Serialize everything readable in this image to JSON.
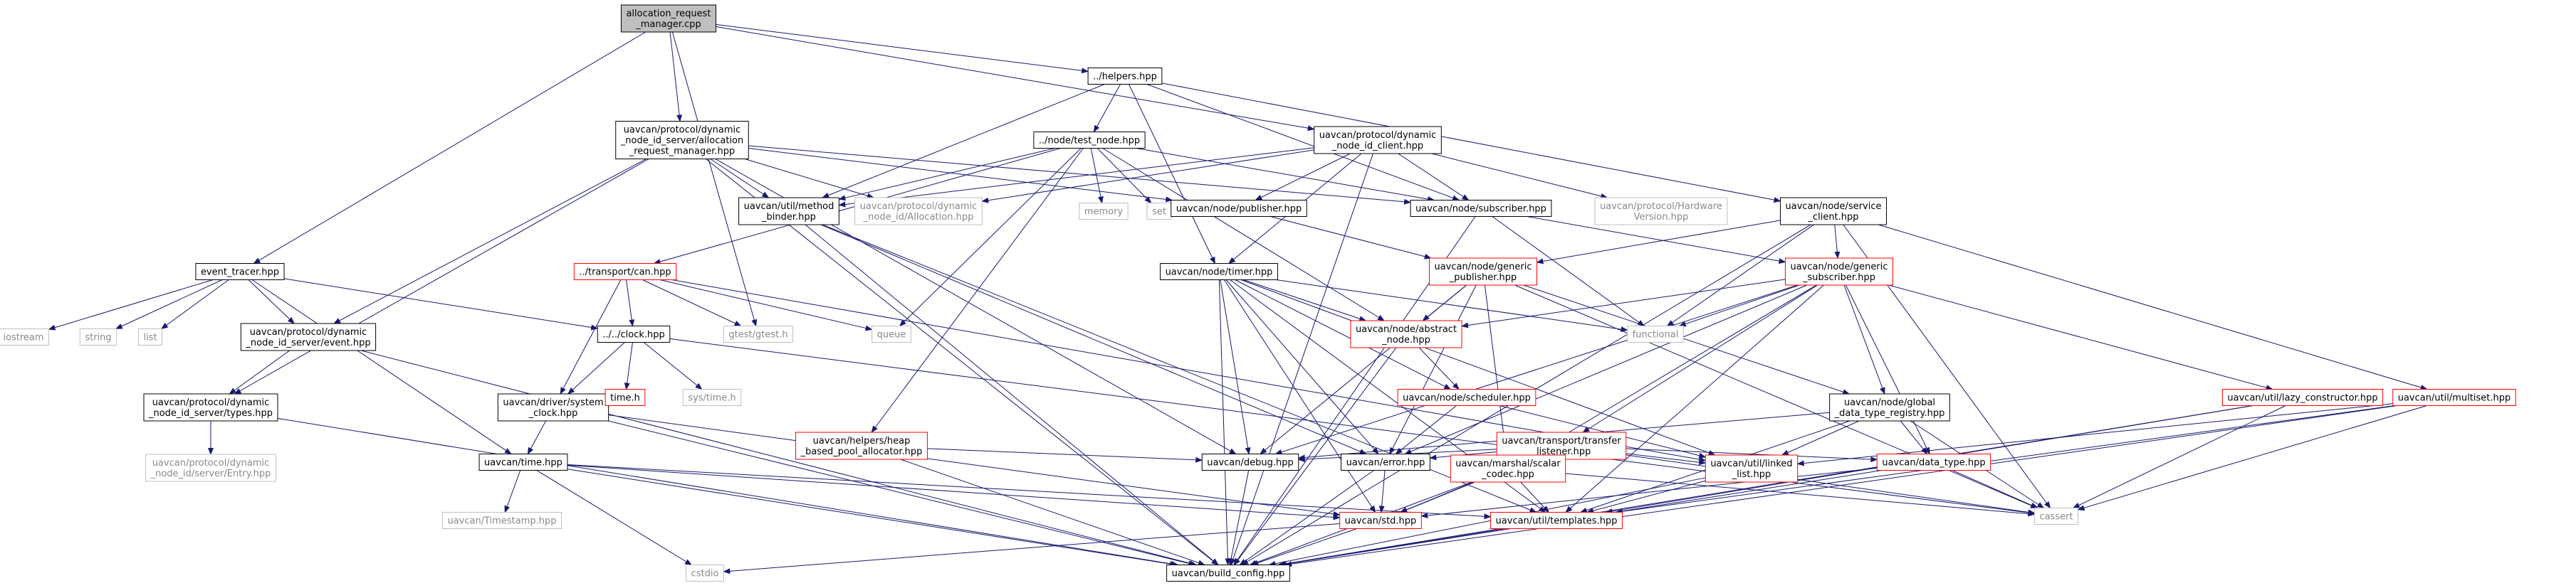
{
  "colors": {
    "root_fill": "#bfbfbf",
    "edge": "#191970",
    "border_normal": "#000000",
    "border_truncated": "#ff0000",
    "border_system": "#bfbfbf",
    "text_system": "#8a8a8a",
    "background": "#ffffff"
  },
  "nodes": [
    {
      "id": "root",
      "lines": [
        "allocation_request",
        "_manager.cpp"
      ],
      "kind": "root"
    },
    {
      "id": "helpers",
      "lines": [
        "../helpers.hpp"
      ],
      "kind": "normal"
    },
    {
      "id": "allocmgr",
      "lines": [
        "uavcan/protocol/dynamic",
        "_node_id_server/allocation",
        "_request_manager.hpp"
      ],
      "kind": "normal"
    },
    {
      "id": "testnode",
      "lines": [
        "../node/test_node.hpp"
      ],
      "kind": "normal"
    },
    {
      "id": "dynclient",
      "lines": [
        "uavcan/protocol/dynamic",
        "_node_id_client.hpp"
      ],
      "kind": "normal"
    },
    {
      "id": "methodbinder",
      "lines": [
        "uavcan/util/method",
        "_binder.hpp"
      ],
      "kind": "normal"
    },
    {
      "id": "allocation",
      "lines": [
        "uavcan/protocol/dynamic",
        "_node_id/Allocation.hpp"
      ],
      "kind": "system"
    },
    {
      "id": "memory",
      "lines": [
        "memory"
      ],
      "kind": "system"
    },
    {
      "id": "set",
      "lines": [
        "set"
      ],
      "kind": "system"
    },
    {
      "id": "publisher",
      "lines": [
        "uavcan/node/publisher.hpp"
      ],
      "kind": "normal"
    },
    {
      "id": "subscriber",
      "lines": [
        "uavcan/node/subscriber.hpp"
      ],
      "kind": "normal"
    },
    {
      "id": "hwversion",
      "lines": [
        "uavcan/protocol/Hardware",
        "Version.hpp"
      ],
      "kind": "system"
    },
    {
      "id": "svcclient",
      "lines": [
        "uavcan/node/service",
        "_client.hpp"
      ],
      "kind": "normal"
    },
    {
      "id": "eventtracer",
      "lines": [
        "event_tracer.hpp"
      ],
      "kind": "normal"
    },
    {
      "id": "transportcan",
      "lines": [
        "../transport/can.hpp"
      ],
      "kind": "truncated"
    },
    {
      "id": "timerhpp",
      "lines": [
        "uavcan/node/timer.hpp"
      ],
      "kind": "normal"
    },
    {
      "id": "genpub",
      "lines": [
        "uavcan/node/generic",
        "_publisher.hpp"
      ],
      "kind": "truncated"
    },
    {
      "id": "gensub",
      "lines": [
        "uavcan/node/generic",
        "_subscriber.hpp"
      ],
      "kind": "truncated"
    },
    {
      "id": "iostream",
      "lines": [
        "iostream"
      ],
      "kind": "system"
    },
    {
      "id": "string",
      "lines": [
        "string"
      ],
      "kind": "system"
    },
    {
      "id": "list",
      "lines": [
        "list"
      ],
      "kind": "system"
    },
    {
      "id": "eventhpp",
      "lines": [
        "uavcan/protocol/dynamic",
        "_node_id_server/event.hpp"
      ],
      "kind": "normal"
    },
    {
      "id": "clockhpp",
      "lines": [
        "../../clock.hpp"
      ],
      "kind": "normal"
    },
    {
      "id": "gtest",
      "lines": [
        "gtest/gtest.h"
      ],
      "kind": "system"
    },
    {
      "id": "queue",
      "lines": [
        "queue"
      ],
      "kind": "system"
    },
    {
      "id": "abstractnode",
      "lines": [
        "uavcan/node/abstract",
        "_node.hpp"
      ],
      "kind": "truncated"
    },
    {
      "id": "functional",
      "lines": [
        "functional"
      ],
      "kind": "system"
    },
    {
      "id": "typeshpp",
      "lines": [
        "uavcan/protocol/dynamic",
        "_node_id_server/types.hpp"
      ],
      "kind": "normal"
    },
    {
      "id": "sysclock",
      "lines": [
        "uavcan/driver/system",
        "_clock.hpp"
      ],
      "kind": "normal"
    },
    {
      "id": "timeh",
      "lines": [
        "time.h"
      ],
      "kind": "truncated"
    },
    {
      "id": "systimeh",
      "lines": [
        "sys/time.h"
      ],
      "kind": "system"
    },
    {
      "id": "heapalloc",
      "lines": [
        "uavcan/helpers/heap",
        "_based_pool_allocator.hpp"
      ],
      "kind": "truncated"
    },
    {
      "id": "scheduler",
      "lines": [
        "uavcan/node/scheduler.hpp"
      ],
      "kind": "truncated"
    },
    {
      "id": "translistener",
      "lines": [
        "uavcan/transport/transfer",
        "_listener.hpp"
      ],
      "kind": "truncated"
    },
    {
      "id": "globaldtr",
      "lines": [
        "uavcan/node/global",
        "_data_type_registry.hpp"
      ],
      "kind": "normal"
    },
    {
      "id": "lazyctor",
      "lines": [
        "uavcan/util/lazy_constructor.hpp"
      ],
      "kind": "truncated"
    },
    {
      "id": "multiset",
      "lines": [
        "uavcan/util/multiset.hpp"
      ],
      "kind": "truncated"
    },
    {
      "id": "entryhpp",
      "lines": [
        "uavcan/protocol/dynamic",
        "_node_id/server/Entry.hpp"
      ],
      "kind": "system"
    },
    {
      "id": "timehpp",
      "lines": [
        "uavcan/time.hpp"
      ],
      "kind": "normal"
    },
    {
      "id": "debughpp",
      "lines": [
        "uavcan/debug.hpp"
      ],
      "kind": "normal"
    },
    {
      "id": "errorhpp",
      "lines": [
        "uavcan/error.hpp"
      ],
      "kind": "normal"
    },
    {
      "id": "scalarcodec",
      "lines": [
        "uavcan/marshal/scalar",
        "_codec.hpp"
      ],
      "kind": "truncated"
    },
    {
      "id": "linkedlist",
      "lines": [
        "uavcan/util/linked",
        "_list.hpp"
      ],
      "kind": "truncated"
    },
    {
      "id": "datatype",
      "lines": [
        "uavcan/data_type.hpp"
      ],
      "kind": "truncated"
    },
    {
      "id": "timestamp",
      "lines": [
        "uavcan/Timestamp.hpp"
      ],
      "kind": "system"
    },
    {
      "id": "stdhpp",
      "lines": [
        "uavcan/std.hpp"
      ],
      "kind": "truncated"
    },
    {
      "id": "templates",
      "lines": [
        "uavcan/util/templates.hpp"
      ],
      "kind": "truncated"
    },
    {
      "id": "cassert",
      "lines": [
        "cassert"
      ],
      "kind": "system"
    },
    {
      "id": "cstdio",
      "lines": [
        "cstdio"
      ],
      "kind": "system"
    },
    {
      "id": "buildcfg",
      "lines": [
        "uavcan/build_config.hpp"
      ],
      "kind": "normal"
    }
  ],
  "edges": [
    [
      "root",
      "helpers"
    ],
    [
      "root",
      "allocmgr"
    ],
    [
      "root",
      "dynclient"
    ],
    [
      "root",
      "eventtracer"
    ],
    [
      "root",
      "gtest"
    ],
    [
      "helpers",
      "testnode"
    ],
    [
      "helpers",
      "methodbinder"
    ],
    [
      "helpers",
      "subscriber"
    ],
    [
      "helpers",
      "svcclient"
    ],
    [
      "helpers",
      "timerhpp"
    ],
    [
      "allocmgr",
      "methodbinder"
    ],
    [
      "allocmgr",
      "allocation"
    ],
    [
      "allocmgr",
      "publisher"
    ],
    [
      "allocmgr",
      "subscriber"
    ],
    [
      "allocmgr",
      "eventhpp"
    ],
    [
      "allocmgr",
      "typeshpp"
    ],
    [
      "allocmgr",
      "buildcfg"
    ],
    [
      "allocmgr",
      "debughpp"
    ],
    [
      "testnode",
      "methodbinder"
    ],
    [
      "testnode",
      "memory"
    ],
    [
      "testnode",
      "set"
    ],
    [
      "testnode",
      "queue"
    ],
    [
      "testnode",
      "transportcan"
    ],
    [
      "testnode",
      "heapalloc"
    ],
    [
      "testnode",
      "abstractnode"
    ],
    [
      "testnode",
      "subscriber"
    ],
    [
      "dynclient",
      "methodbinder"
    ],
    [
      "dynclient",
      "allocation"
    ],
    [
      "dynclient",
      "publisher"
    ],
    [
      "dynclient",
      "subscriber"
    ],
    [
      "dynclient",
      "hwversion"
    ],
    [
      "dynclient",
      "timerhpp"
    ],
    [
      "dynclient",
      "buildcfg"
    ],
    [
      "methodbinder",
      "buildcfg"
    ],
    [
      "methodbinder",
      "errorhpp"
    ],
    [
      "methodbinder",
      "templates"
    ],
    [
      "publisher",
      "genpub"
    ],
    [
      "subscriber",
      "gensub"
    ],
    [
      "subscriber",
      "functional"
    ],
    [
      "subscriber",
      "buildcfg"
    ],
    [
      "svcclient",
      "gensub"
    ],
    [
      "svcclient",
      "genpub"
    ],
    [
      "svcclient",
      "functional"
    ],
    [
      "svcclient",
      "multiset"
    ],
    [
      "svcclient",
      "cassert"
    ],
    [
      "svcclient",
      "buildcfg"
    ],
    [
      "eventtracer",
      "iostream"
    ],
    [
      "eventtracer",
      "string"
    ],
    [
      "eventtracer",
      "list"
    ],
    [
      "eventtracer",
      "eventhpp"
    ],
    [
      "eventtracer",
      "clockhpp"
    ],
    [
      "eventtracer",
      "timehpp"
    ],
    [
      "transportcan",
      "clockhpp"
    ],
    [
      "transportcan",
      "gtest"
    ],
    [
      "transportcan",
      "queue"
    ],
    [
      "transportcan",
      "sysclock"
    ],
    [
      "transportcan",
      "linkedlist"
    ],
    [
      "timerhpp",
      "functional"
    ],
    [
      "timerhpp",
      "abstractnode"
    ],
    [
      "timerhpp",
      "scheduler"
    ],
    [
      "timerhpp",
      "debughpp"
    ],
    [
      "timerhpp",
      "errorhpp"
    ],
    [
      "timerhpp",
      "stdhpp"
    ],
    [
      "timerhpp",
      "templates"
    ],
    [
      "timerhpp",
      "buildcfg"
    ],
    [
      "timerhpp",
      "linkedlist"
    ],
    [
      "genpub",
      "abstractnode"
    ],
    [
      "genpub",
      "debughpp"
    ],
    [
      "genpub",
      "errorhpp"
    ],
    [
      "genpub",
      "scalarcodec"
    ],
    [
      "genpub",
      "globaldtr"
    ],
    [
      "genpub",
      "cassert"
    ],
    [
      "gensub",
      "abstractnode"
    ],
    [
      "gensub",
      "functional"
    ],
    [
      "gensub",
      "translistener"
    ],
    [
      "gensub",
      "globaldtr"
    ],
    [
      "gensub",
      "lazyctor"
    ],
    [
      "gensub",
      "datatype"
    ],
    [
      "gensub",
      "debughpp"
    ],
    [
      "gensub",
      "errorhpp"
    ],
    [
      "gensub",
      "scalarcodec"
    ],
    [
      "gensub",
      "templates"
    ],
    [
      "eventhpp",
      "typeshpp"
    ],
    [
      "eventhpp",
      "buildcfg"
    ],
    [
      "clockhpp",
      "sysclock"
    ],
    [
      "clockhpp",
      "timeh"
    ],
    [
      "clockhpp",
      "systimeh"
    ],
    [
      "clockhpp",
      "cassert"
    ],
    [
      "abstractnode",
      "scheduler"
    ],
    [
      "abstractnode",
      "buildcfg"
    ],
    [
      "typeshpp",
      "entryhpp"
    ],
    [
      "typeshpp",
      "buildcfg"
    ],
    [
      "sysclock",
      "timehpp"
    ],
    [
      "sysclock",
      "stdhpp"
    ],
    [
      "sysclock",
      "buildcfg"
    ],
    [
      "heapalloc",
      "debughpp"
    ],
    [
      "heapalloc",
      "buildcfg"
    ],
    [
      "scheduler",
      "errorhpp"
    ],
    [
      "scheduler",
      "linkedlist"
    ],
    [
      "translistener",
      "linkedlist"
    ],
    [
      "translistener",
      "datatype"
    ],
    [
      "translistener",
      "errorhpp"
    ],
    [
      "translistener",
      "debughpp"
    ],
    [
      "translistener",
      "stdhpp"
    ],
    [
      "translistener",
      "cassert"
    ],
    [
      "globaldtr",
      "linkedlist"
    ],
    [
      "globaldtr",
      "datatype"
    ],
    [
      "globaldtr",
      "cassert"
    ],
    [
      "globaldtr",
      "debughpp"
    ],
    [
      "globaldtr",
      "templates"
    ],
    [
      "lazyctor",
      "templates"
    ],
    [
      "lazyctor",
      "buildcfg"
    ],
    [
      "lazyctor",
      "cassert"
    ],
    [
      "multiset",
      "linkedlist"
    ],
    [
      "multiset",
      "templates"
    ],
    [
      "multiset",
      "cassert"
    ],
    [
      "multiset",
      "buildcfg"
    ],
    [
      "timehpp",
      "timestamp"
    ],
    [
      "timehpp",
      "stdhpp"
    ],
    [
      "timehpp",
      "templates"
    ],
    [
      "timehpp",
      "buildcfg"
    ],
    [
      "timehpp",
      "cstdio"
    ],
    [
      "debughpp",
      "buildcfg"
    ],
    [
      "errorhpp",
      "stdhpp"
    ],
    [
      "errorhpp",
      "buildcfg"
    ],
    [
      "scalarcodec",
      "stdhpp"
    ],
    [
      "scalarcodec",
      "templates"
    ],
    [
      "scalarcodec",
      "buildcfg"
    ],
    [
      "scalarcodec",
      "cassert"
    ],
    [
      "linkedlist",
      "templates"
    ],
    [
      "linkedlist",
      "buildcfg"
    ],
    [
      "datatype",
      "stdhpp"
    ],
    [
      "datatype",
      "buildcfg"
    ],
    [
      "datatype",
      "cassert"
    ],
    [
      "stdhpp",
      "buildcfg"
    ],
    [
      "stdhpp",
      "cstdio"
    ],
    [
      "templates",
      "buildcfg"
    ]
  ]
}
